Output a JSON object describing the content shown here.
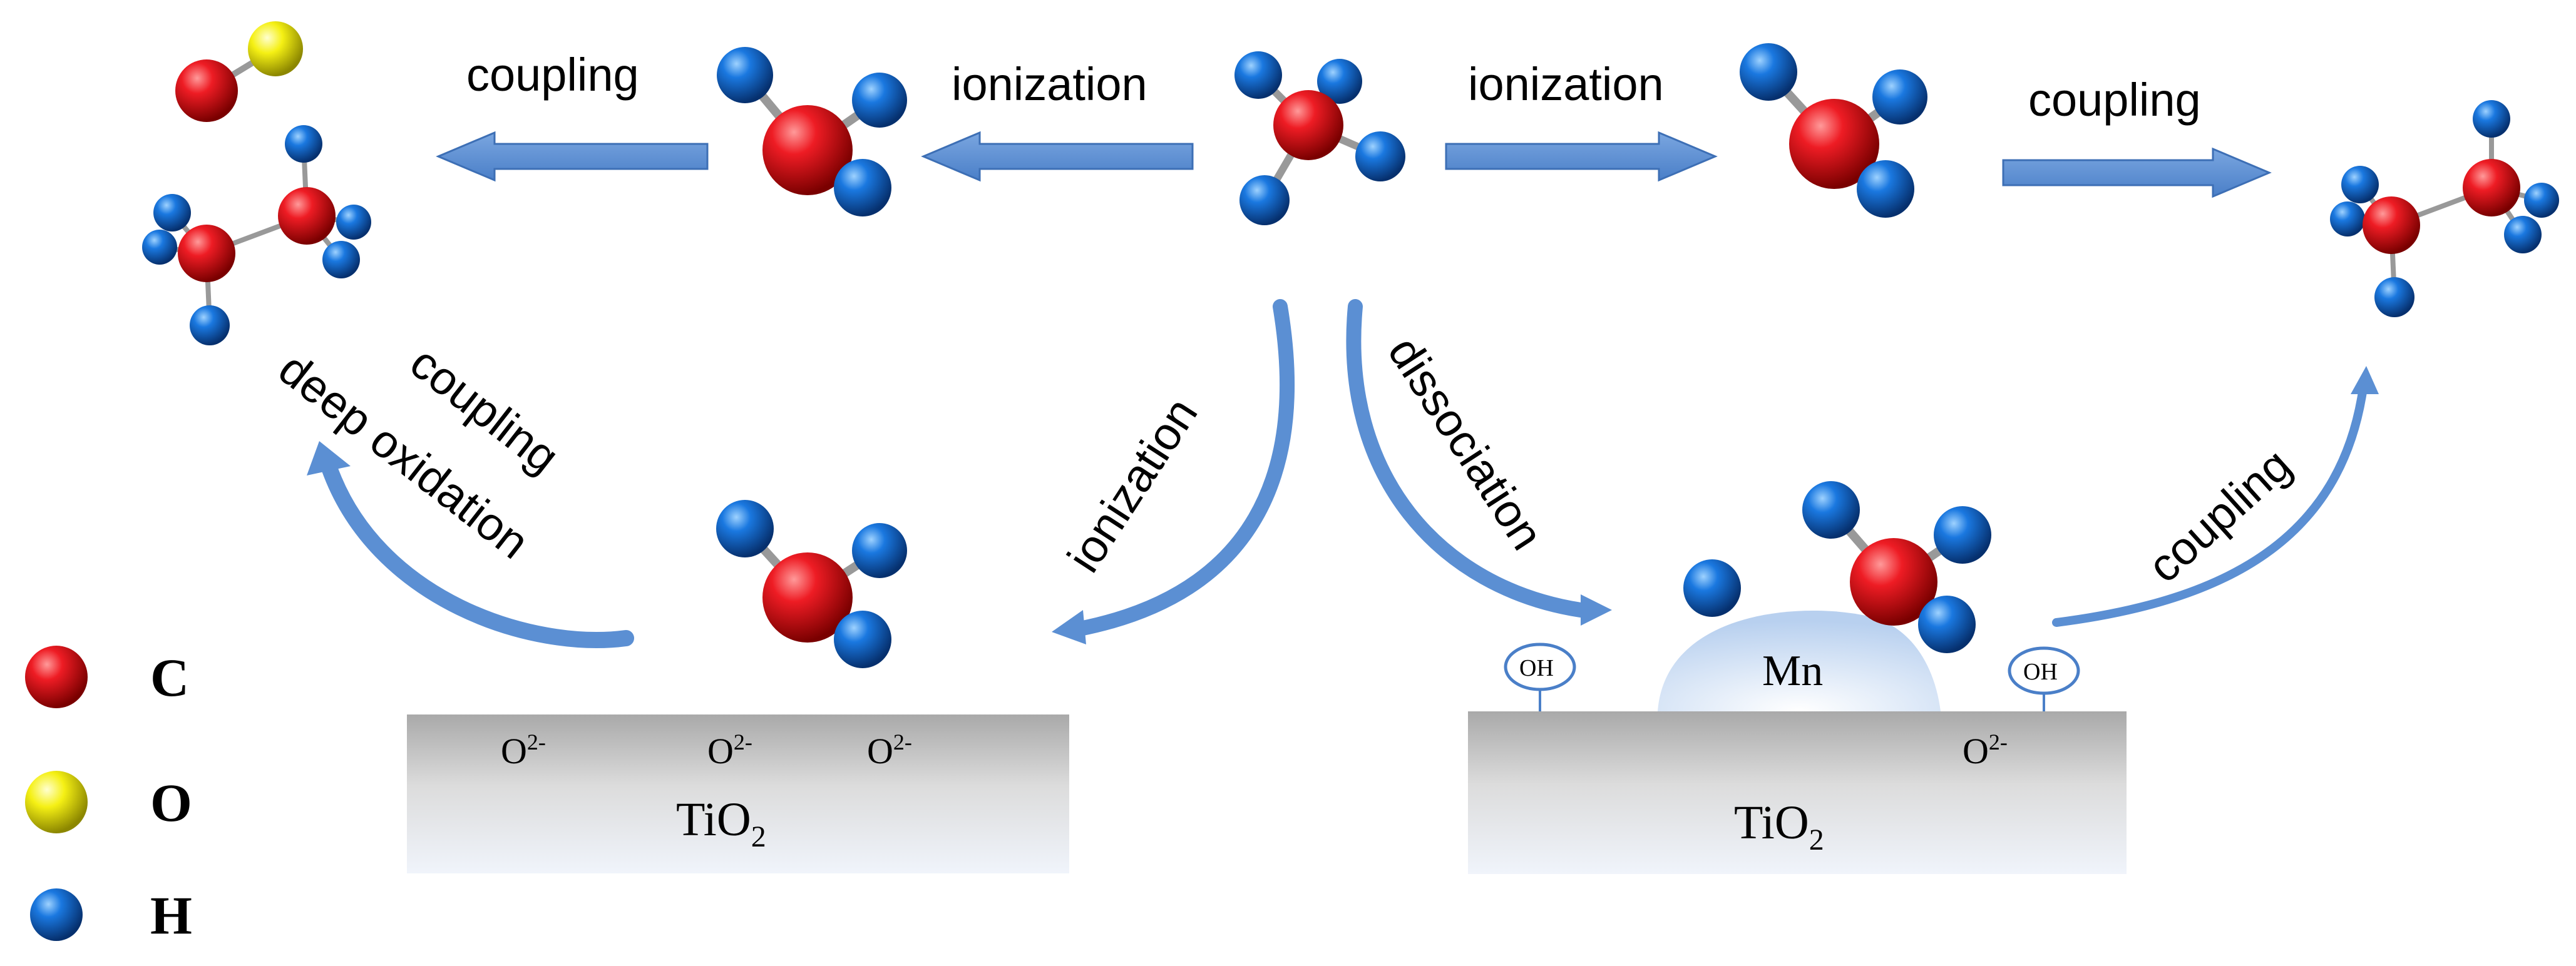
{
  "labels": {
    "top_left_coupling": "coupling",
    "top_left_ionization": "ionization",
    "top_right_ionization": "ionization",
    "top_right_coupling": "coupling",
    "left_coupling": "coupling",
    "left_deep_oxidation": "deep oxidation",
    "left_ionization": "ionization",
    "right_dissociation": "dissociation",
    "right_coupling": "coupling"
  },
  "substrate_left": {
    "name": "TiO",
    "subscript": "2",
    "sites": [
      {
        "base": "O",
        "sup": "2-"
      },
      {
        "base": "O",
        "sup": "2-"
      },
      {
        "base": "O",
        "sup": "2-"
      }
    ]
  },
  "substrate_right": {
    "name": "TiO",
    "subscript": "2",
    "metal": "Mn",
    "hydroxyl_left": "OH",
    "hydroxyl_right": "OH",
    "site": {
      "base": "O",
      "sup": "2-"
    }
  },
  "legend": [
    {
      "symbol": "C",
      "color": "#e8101a"
    },
    {
      "symbol": "O",
      "color": "#f2ee10"
    },
    {
      "symbol": "H",
      "color": "#1a6fd6"
    }
  ],
  "colors": {
    "carbon": "#e8101a",
    "oxygen": "#f2ee10",
    "hydrogen": "#1a6fd6",
    "arrow": "#5b8fd3"
  }
}
